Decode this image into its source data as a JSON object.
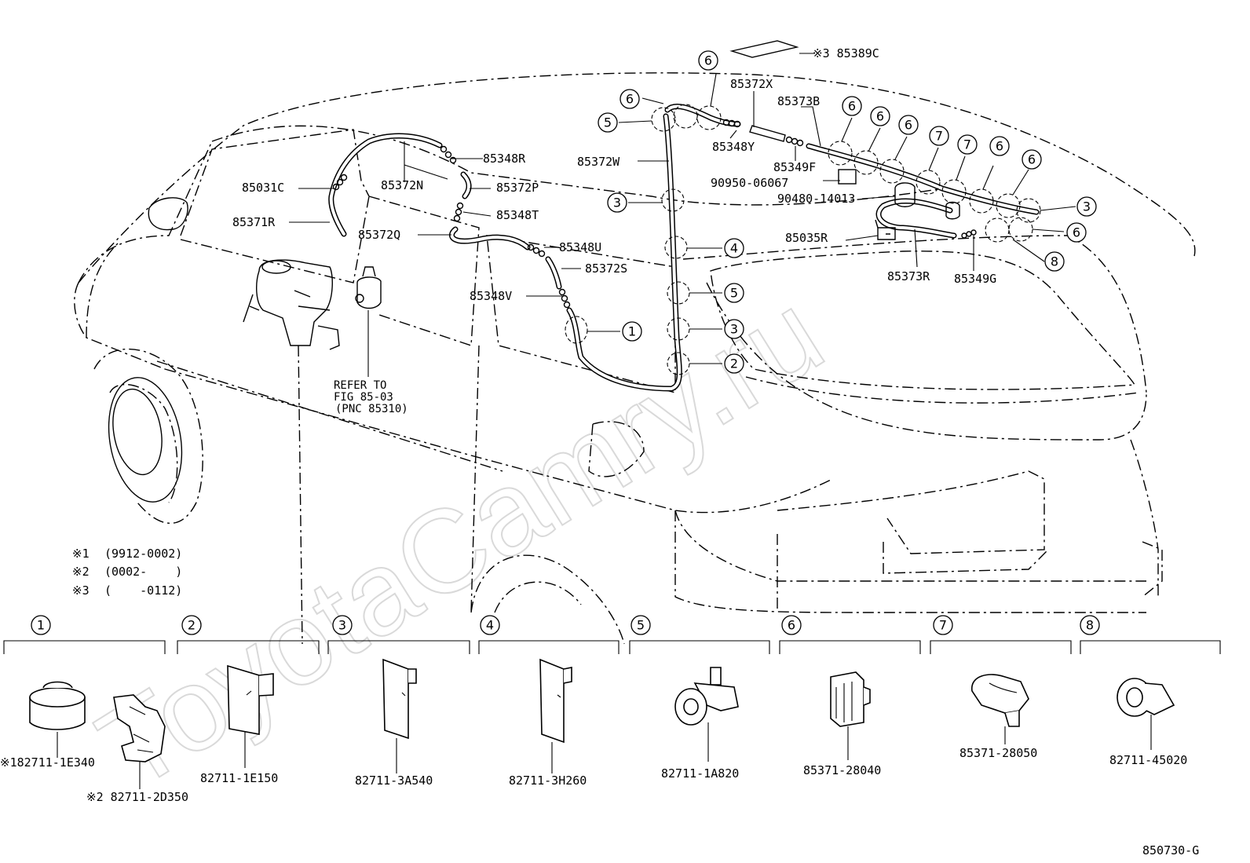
{
  "watermark": "ToyotaCamry.ru",
  "figure_code": "850730-G",
  "refer_note": {
    "line1": "REFER TO",
    "line2": "FIG 85-03",
    "line3": "(PNC 85310)"
  },
  "footnotes": [
    {
      "mark": "※1",
      "text": "(9912-0002)"
    },
    {
      "mark": "※2",
      "text": "(0002-    )"
    },
    {
      "mark": "※3",
      "text": "(    -0112)"
    }
  ],
  "callouts": {
    "p85389C": "※3 85389C",
    "p85372X": "85372X",
    "p85373B": "85373B",
    "p85348Y": "85348Y",
    "p85349F": "85349F",
    "p90950": "90950-06067",
    "p90480": "90480-14013",
    "p85035R": "85035R",
    "p85373R": "85373R",
    "p85349G": "85349G",
    "p85372W": "85372W",
    "p85348R": "85348R",
    "p85372P": "85372P",
    "p85348T": "85348T",
    "p85372N": "85372N",
    "p85031C": "85031C",
    "p85371R": "85371R",
    "p85372Q": "85372Q",
    "p85348U": "85348U",
    "p85372S": "85372S",
    "p85348V": "85348V"
  },
  "clip_sections": [
    {
      "num": "1",
      "parts": [
        "※182711-1E340",
        "※2 82711-2D350"
      ]
    },
    {
      "num": "2",
      "parts": [
        "82711-1E150"
      ]
    },
    {
      "num": "3",
      "parts": [
        "82711-3A540"
      ]
    },
    {
      "num": "4",
      "parts": [
        "82711-3H260"
      ]
    },
    {
      "num": "5",
      "parts": [
        "82711-1A820"
      ]
    },
    {
      "num": "6",
      "parts": [
        "85371-28040"
      ]
    },
    {
      "num": "7",
      "parts": [
        "85371-28050"
      ]
    },
    {
      "num": "8",
      "parts": [
        "82711-45020"
      ]
    }
  ],
  "diagram_markers": [
    "6",
    "6",
    "5",
    "6",
    "6",
    "6",
    "7",
    "7",
    "6",
    "6",
    "3",
    "3",
    "4",
    "5",
    "3",
    "2",
    "1",
    "6",
    "8"
  ]
}
